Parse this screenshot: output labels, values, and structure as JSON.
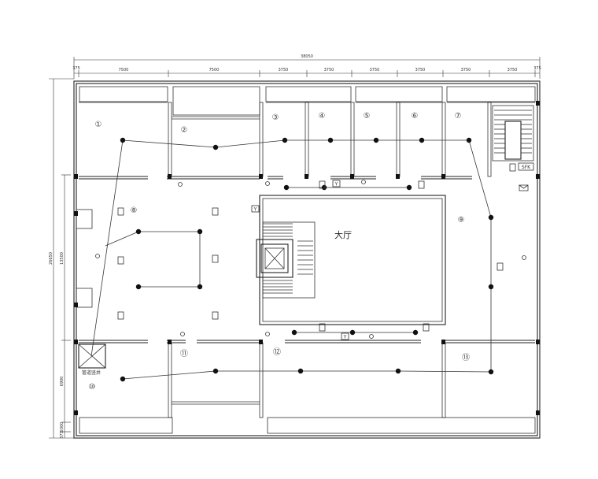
{
  "dimensions": {
    "overall": "38050",
    "top_segments": [
      "375",
      "7500",
      "7500",
      "3750",
      "3750",
      "3750",
      "3750",
      "3750",
      "3750",
      "375"
    ],
    "left_overall": "26650",
    "left_segments": [
      "375",
      "5000",
      "6900",
      "13500"
    ]
  },
  "rooms": [
    "①",
    "②",
    "③",
    "④",
    "⑤",
    "⑥",
    "⑦",
    "⑧",
    "⑨",
    "⑩",
    "⑪",
    "⑫",
    "⑬"
  ],
  "hall_label": "大厅",
  "labels": {
    "sfk": "SFK",
    "y_mark": "Y",
    "duct": "管道竖井"
  }
}
